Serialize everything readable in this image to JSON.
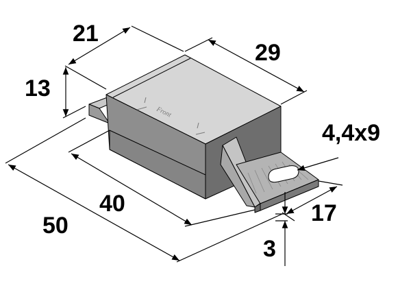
{
  "drawing": {
    "engraving": "Front",
    "dimensions": {
      "width_top": "21",
      "depth_top": "29",
      "height": "13",
      "hole": "4,4x9",
      "length_inner": "40",
      "length_total": "50",
      "tab_width": "17",
      "tab_thickness": "3"
    }
  },
  "colors": {
    "top_face": "#d6d6d6",
    "front_face": "#8e8e8e",
    "side_face": "#6e6e6e",
    "tab": "#b4b4b4",
    "outline": "#000000"
  }
}
